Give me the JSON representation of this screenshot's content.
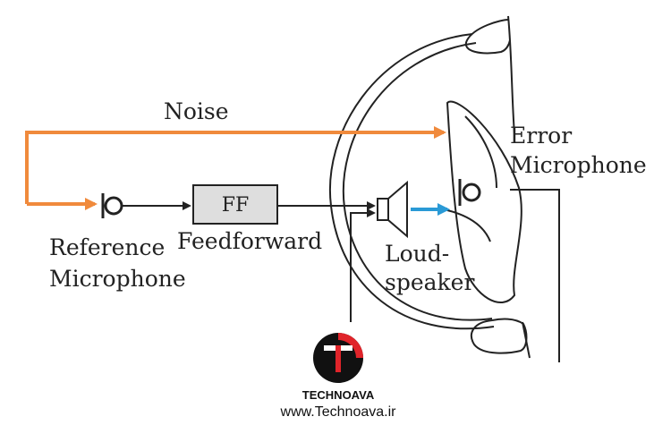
{
  "diagram": {
    "noise_label": "Noise",
    "reference_mic_label": [
      "Reference",
      "Microphone"
    ],
    "ff_block_label": "FF",
    "feedforward_label": "Feedforward",
    "loudspeaker_label": [
      "Loud-",
      "speaker"
    ],
    "error_mic_label": [
      "Error",
      "Microphone"
    ]
  },
  "branding": {
    "name": "TECHNOAVA",
    "url": "www.Technoava.ir"
  },
  "colors": {
    "noise_path": "#f08a3c",
    "sound_arrow": "#2a9ad6",
    "ff_box_fill": "#dedede",
    "logo_red": "#e0242a",
    "line": "#222222"
  }
}
